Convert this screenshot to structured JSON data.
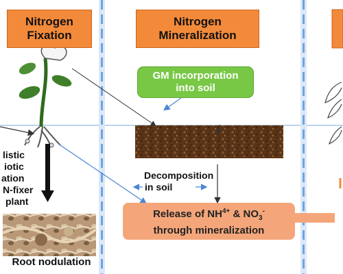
{
  "headers": {
    "fixation": [
      "Nitrogen",
      "Fixation"
    ],
    "mineralization": [
      "Nitrogen",
      "Mineralization"
    ]
  },
  "gm_box": [
    "GM incorporation",
    "into soil"
  ],
  "decomposition": [
    "Decomposition",
    "in soil"
  ],
  "release": {
    "line1_prefix": "Release of NH",
    "line1_sup1": "4+",
    "line1_mid": " & NO",
    "line1_sub": "3",
    "line1_sup2": "-",
    "line2": "through mineralization"
  },
  "left_text": [
    "listic",
    "iotic",
    "ation",
    "N-fixer",
    "plant"
  ],
  "root_label": "Root nodulation",
  "colors": {
    "header_orange": "#f28a3a",
    "gm_green": "#78c846",
    "release_peach": "#f4a67a",
    "divider_blue": "#6fa3e0",
    "soil_brown": "#5a3418"
  },
  "icons": [
    "plant-icon",
    "root-nodule-photo",
    "soil-texture",
    "right-plant-sketch"
  ]
}
